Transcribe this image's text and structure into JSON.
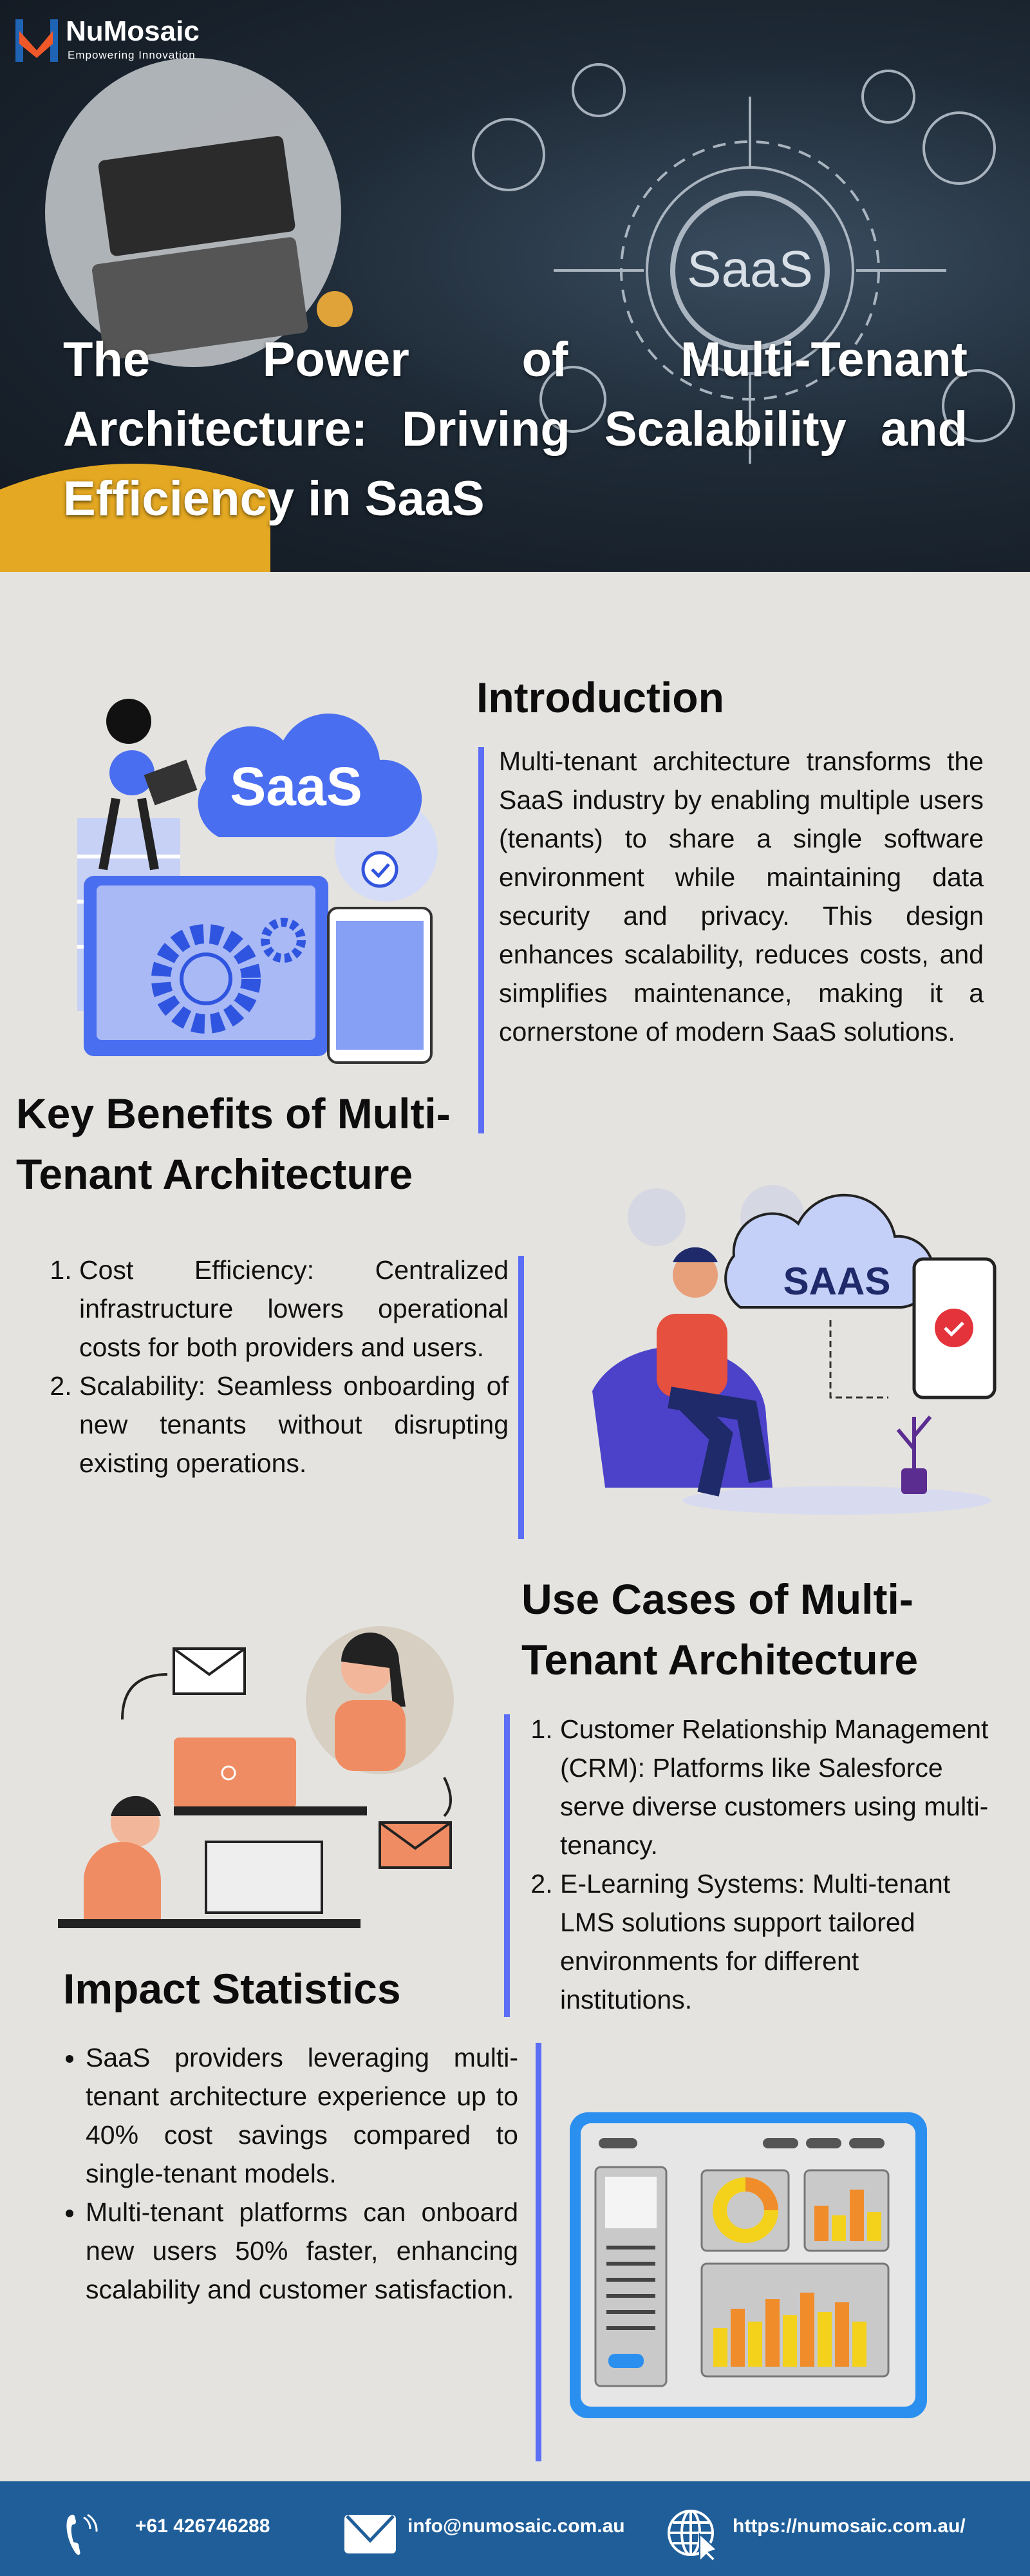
{
  "brand": {
    "name": "NuMosaic",
    "tagline": "Empowering Innovation"
  },
  "hero": {
    "title": "The Power of Multi-Tenant Architecture: Driving Scalability and Efficiency in SaaS",
    "saas_badge": "SaaS"
  },
  "intro": {
    "heading": "Introduction",
    "text": "Multi-tenant architecture transforms the SaaS industry by enabling multiple users (tenants) to share a single software environment while maintaining data security and privacy. This design enhances scalability, reduces costs, and simplifies maintenance, making it a cornerstone of modern SaaS solutions.",
    "illustration_label": "SaaS"
  },
  "benefits": {
    "heading": "Key Benefits of Multi-Tenant Architecture",
    "items": [
      "Cost Efficiency: Centralized infrastructure lowers operational costs for both providers and users.",
      "Scalability: Seamless onboarding of new tenants without disrupting existing operations."
    ],
    "illustration_label": "SAAS"
  },
  "use_cases": {
    "heading": "Use Cases of Multi-Tenant Architecture",
    "items": [
      "Customer Relationship Management (CRM): Platforms like Salesforce serve diverse customers using multi-tenancy.",
      "E-Learning Systems: Multi-tenant LMS solutions support tailored environments for different institutions."
    ]
  },
  "stats": {
    "heading": "Impact Statistics",
    "items": [
      "SaaS providers leveraging multi-tenant architecture experience up to 40% cost savings compared to single-tenant models.",
      "Multi-tenant platforms can onboard new users 50% faster, enhancing scalability and customer satisfaction."
    ]
  },
  "footer": {
    "phone": "+61 426746288",
    "email": "info@numosaic.com.au",
    "website": "https://numosaic.com.au/"
  },
  "colors": {
    "accent": "#5b6ef5",
    "footer": "#1f5e99",
    "background": "#e4e3df",
    "logo_blue": "#1f63b5",
    "logo_orange": "#f0582a"
  }
}
